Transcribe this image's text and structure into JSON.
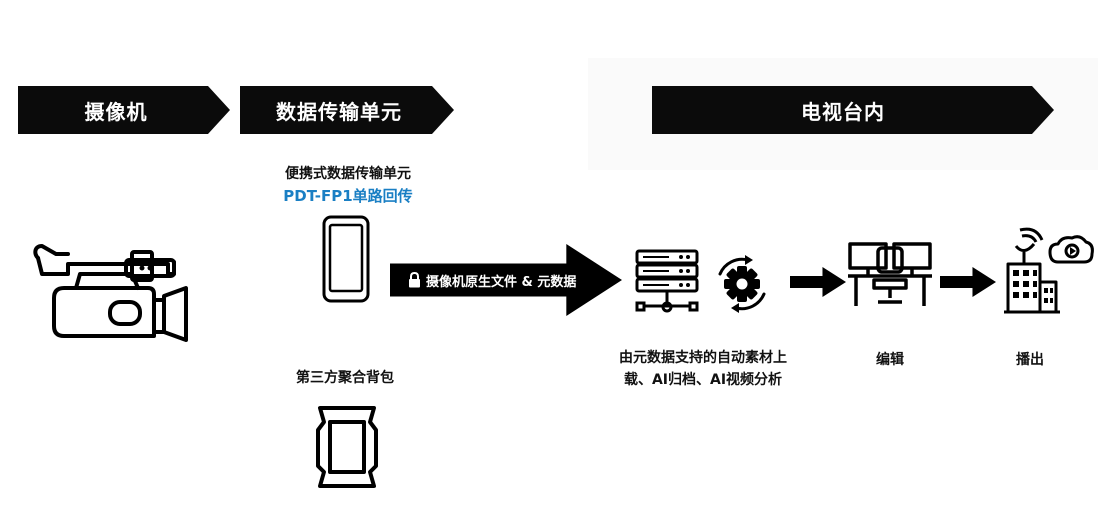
{
  "banners": {
    "camera": "摄像机",
    "transmission": "数据传输单元",
    "tv_station": "电视台内"
  },
  "transmission": {
    "portable_title": "便携式数据传输单元",
    "portable_model": "PDT-FP1单路回传",
    "backpack_title": "第三方聚合背包"
  },
  "flow": {
    "arrow_label": "摄像机原生文件 & 元数据"
  },
  "station": {
    "server_caption_line1": "由元数据支持的自动素材上",
    "server_caption_line2": "载、AI归档、AI视频分析",
    "edit_caption": "编辑",
    "broadcast_caption": "播出"
  },
  "icons": [
    "camcorder-icon",
    "smartphone-icon",
    "backpack-icon",
    "lock-icon",
    "server-icon",
    "gear-cycle-icon",
    "editing-desk-icon",
    "broadcast-building-icon"
  ],
  "colors": {
    "banner": "#0b0b0b",
    "accent_blue": "#1a7fc4"
  }
}
